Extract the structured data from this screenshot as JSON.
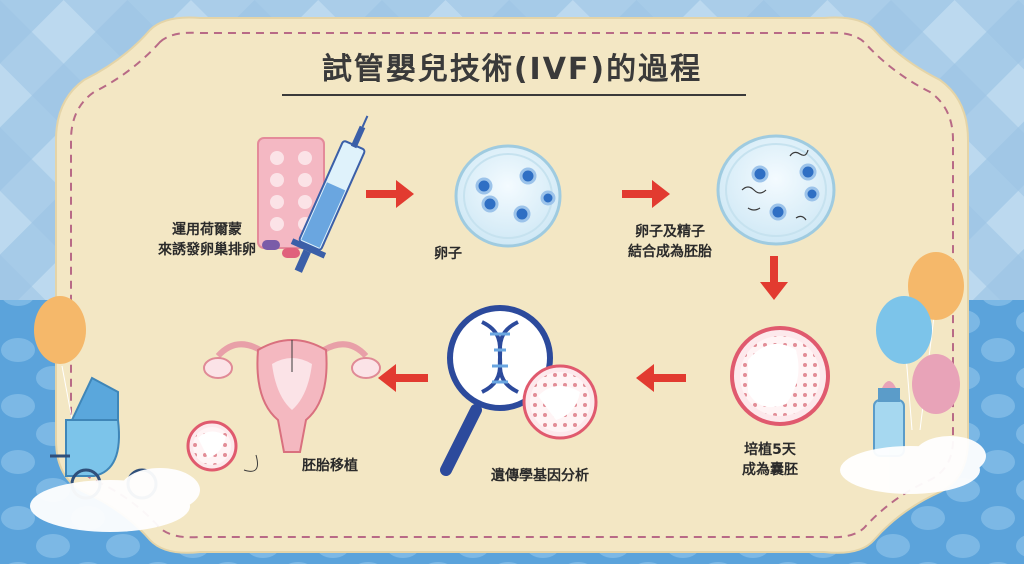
{
  "title": "試管嬰兒技術(IVF)的過程",
  "steps": [
    {
      "label": "運用荷爾蒙\n來誘發卵巢排卵",
      "icon": "hormone-pills-syringe-icon"
    },
    {
      "label": "卵子",
      "icon": "petri-dish-eggs-icon"
    },
    {
      "label": "卵子及精子\n結合成為胚胎",
      "icon": "petri-dish-sperm-eggs-icon"
    },
    {
      "label": "培植5天\n成為囊胚",
      "icon": "blastocyst-icon"
    },
    {
      "label": "遺傳學基因分析",
      "icon": "dna-magnifier-icon"
    },
    {
      "label": "胚胎移植",
      "icon": "uterus-icon"
    }
  ],
  "colors": {
    "background_top": "#a9cde8",
    "background_bottom": "#5aa2da",
    "panel": "#f3e7c4",
    "panel_dash": "#b86a86",
    "arrow": "#e23b30",
    "egg": "#2f6fc4"
  }
}
